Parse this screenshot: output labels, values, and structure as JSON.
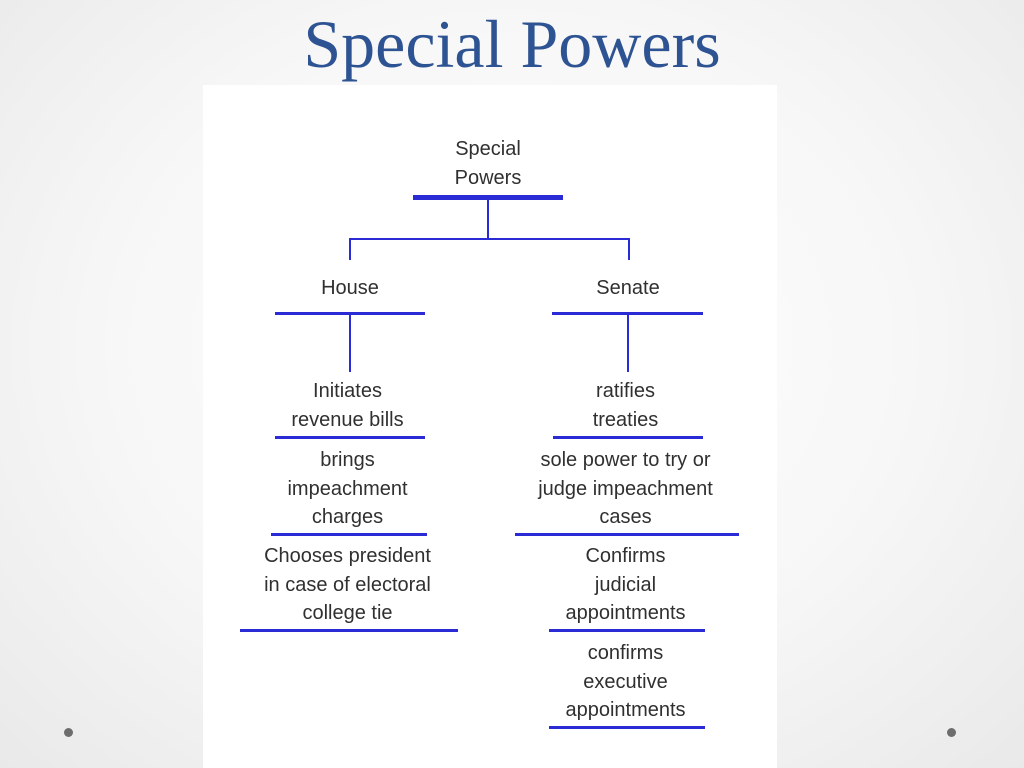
{
  "slide": {
    "title": "Special Powers"
  },
  "diagram": {
    "root": "Special\nPowers",
    "branches": [
      {
        "label": "House",
        "items": [
          "Initiates\nrevenue bills",
          "brings\nimpeachment\ncharges",
          "Chooses president\nin case of electoral\ncollege tie"
        ]
      },
      {
        "label": "Senate",
        "items": [
          "ratifies\ntreaties",
          "sole power to try or\njudge impeachment\ncases",
          "Confirms\njudicial\nappointments",
          "confirms\nexecutive\nappointments"
        ]
      }
    ],
    "line_color": "#2b2bd6",
    "text_color": "#303030"
  },
  "theme": {
    "title_color": "#2e5393",
    "dot_color": "#6d6d6d"
  }
}
